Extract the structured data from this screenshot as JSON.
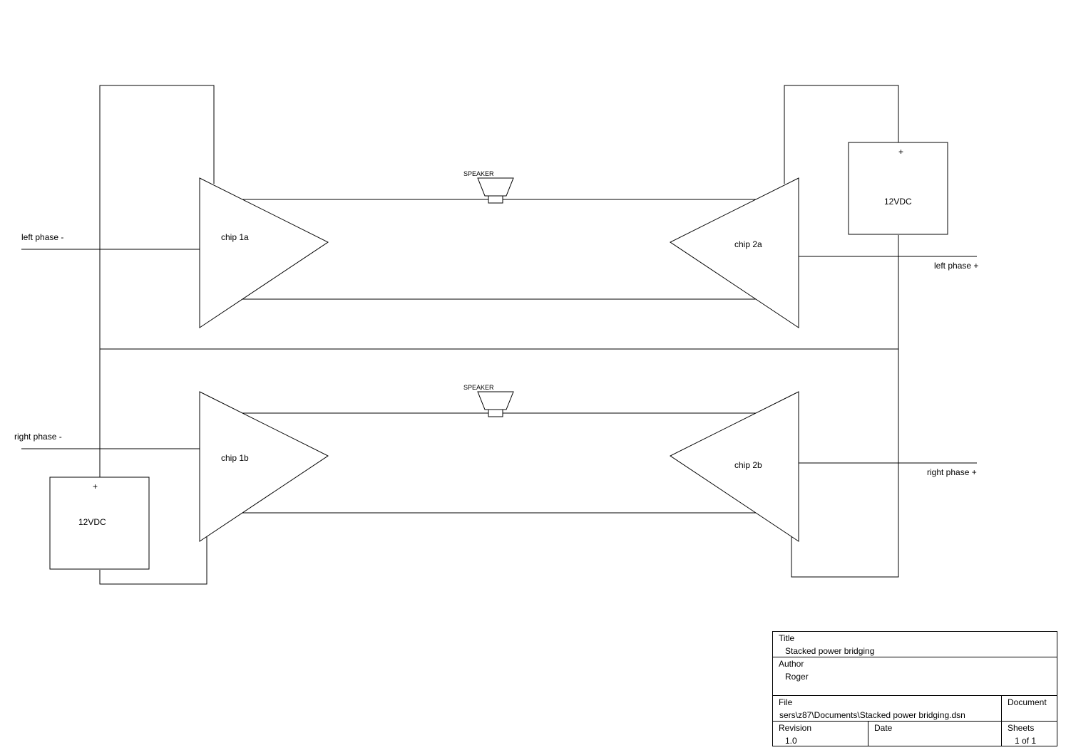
{
  "labels": {
    "left_minus": "left phase -",
    "left_plus": "left phase +",
    "right_minus": "right phase -",
    "right_plus": "right phase +"
  },
  "chips": {
    "chip_1a": "chip 1a",
    "chip_2a": "chip 2a",
    "chip_1b": "chip 1b",
    "chip_2b": "chip 2b"
  },
  "speakers": {
    "top": "SPEAKER",
    "bottom": "SPEAKER"
  },
  "power": {
    "top": {
      "label": "12VDC",
      "polarity": "+"
    },
    "bottom": {
      "label": "12VDC",
      "polarity": "+"
    }
  },
  "title_block": {
    "title_label": "Title",
    "title": "Stacked power bridging",
    "author_label": "Author",
    "author": "Roger",
    "file_label": "File",
    "file": "sers\\z87\\Documents\\Stacked power bridging.dsn",
    "document_label": "Document",
    "document": "",
    "revision_label": "Revision",
    "revision": "1.0",
    "date_label": "Date",
    "date": "",
    "sheets_label": "Sheets",
    "sheets": "1 of 1"
  }
}
